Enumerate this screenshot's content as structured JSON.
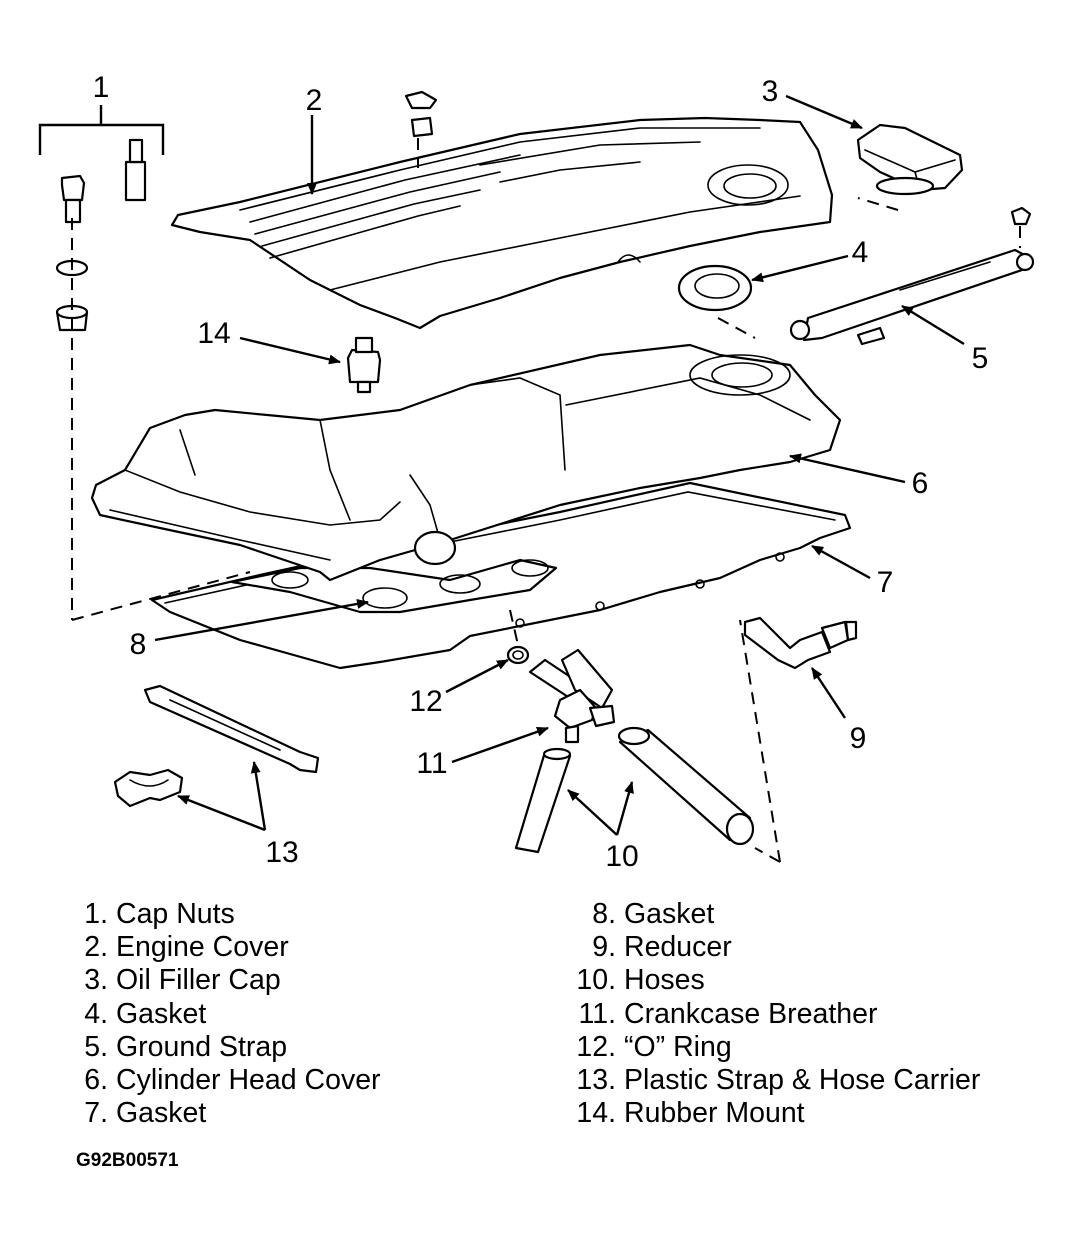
{
  "callouts": [
    "1",
    "2",
    "3",
    "4",
    "5",
    "6",
    "7",
    "8",
    "9",
    "10",
    "11",
    "12",
    "13",
    "14"
  ],
  "legend": {
    "left": [
      {
        "num": "1.",
        "name": "Cap Nuts"
      },
      {
        "num": "2.",
        "name": "Engine Cover"
      },
      {
        "num": "3.",
        "name": "Oil Filler Cap"
      },
      {
        "num": "4.",
        "name": "Gasket"
      },
      {
        "num": "5.",
        "name": "Ground Strap"
      },
      {
        "num": "6.",
        "name": "Cylinder Head Cover"
      },
      {
        "num": "7.",
        "name": "Gasket"
      }
    ],
    "right": [
      {
        "num": "8.",
        "name": "Gasket"
      },
      {
        "num": "9.",
        "name": "Reducer"
      },
      {
        "num": "10.",
        "name": "Hoses"
      },
      {
        "num": "11.",
        "name": "Crankcase Breather"
      },
      {
        "num": "12.",
        "name": "“O” Ring"
      },
      {
        "num": "13.",
        "name": "Plastic Strap & Hose Carrier"
      },
      {
        "num": "14.",
        "name": "Rubber Mount"
      }
    ]
  },
  "figure_code": "G92B00571"
}
